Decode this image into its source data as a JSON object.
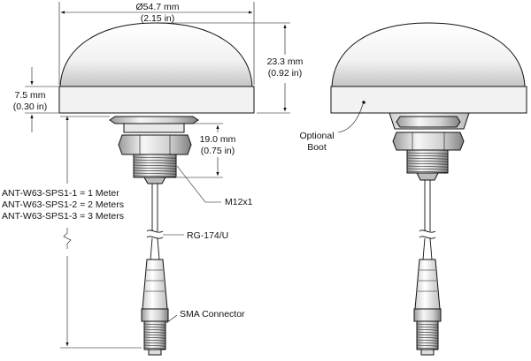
{
  "dims": {
    "diameter_mm": "Ø54.7 mm",
    "diameter_in": "(2.15 in)",
    "height_mm": "23.3 mm",
    "height_in": "(0.92 in)",
    "base_mm": "7.5 mm",
    "base_in": "(0.30 in)",
    "thread_mm": "19.0 mm",
    "thread_in": "(0.75 in)"
  },
  "labels": {
    "thread": "M12x1",
    "cable": "RG-174/U",
    "connector": "SMA Connector",
    "boot_line1": "Optional",
    "boot_line2": "Boot"
  },
  "models": [
    "ANT-W63-SPS1-1 = 1 Meter",
    "ANT-W63-SPS1-2 = 2 Meters",
    "ANT-W63-SPS1-3 = 3 Meters"
  ],
  "colors": {
    "stroke": "#111111",
    "dome_top": "#ffffff",
    "dome_bottom": "#c4c4c4",
    "base_fill": "#f2f2f2",
    "metal_light": "#f4f4f4",
    "metal_dark": "#8a8a8a"
  }
}
